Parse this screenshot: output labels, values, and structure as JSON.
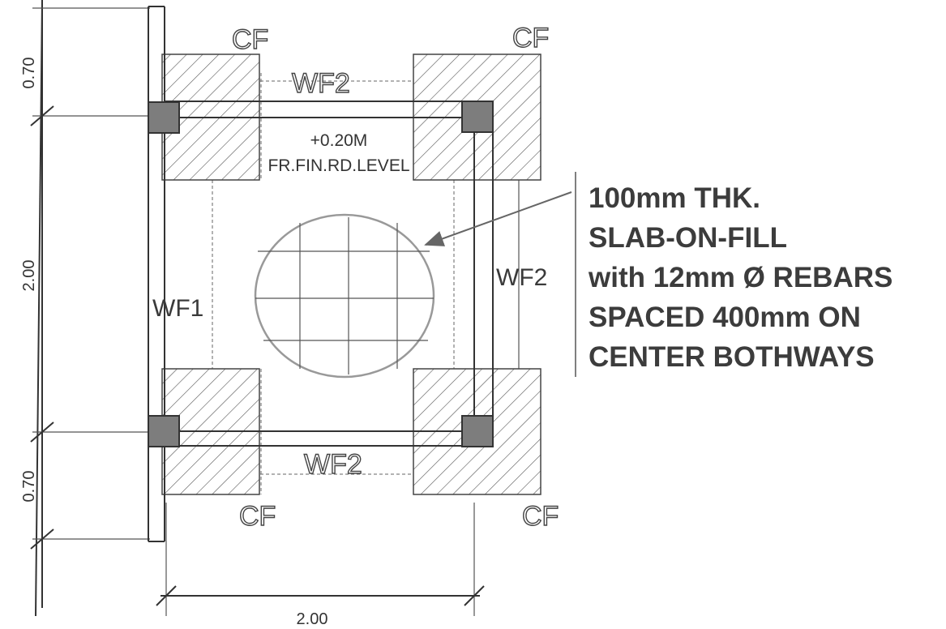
{
  "labels": {
    "cf_top_left": "CF",
    "cf_top_right": "CF",
    "cf_bottom_left": "CF",
    "cf_bottom_right": "CF",
    "wf2_top": "WF2",
    "wf2_bottom": "WF2",
    "wf2_right": "WF2",
    "wf1_left": "WF1",
    "level_value": "+0.20M",
    "level_desc": "FR.FIN.RD.LEVEL"
  },
  "dimensions": {
    "top": "0.70",
    "middle": "2.00",
    "bottom": "0.70",
    "width": "2.00"
  },
  "note": {
    "line1": "100mm THK.",
    "line2": "SLAB-ON-FILL",
    "line3": "with 12mm Ø REBARS",
    "line4": "SPACED 400mm ON",
    "line5": "CENTER BOTHWAYS"
  },
  "colors": {
    "line": "#333333",
    "column_fill": "#7d7d7d",
    "hatch": "#555555",
    "circle": "#999999"
  }
}
